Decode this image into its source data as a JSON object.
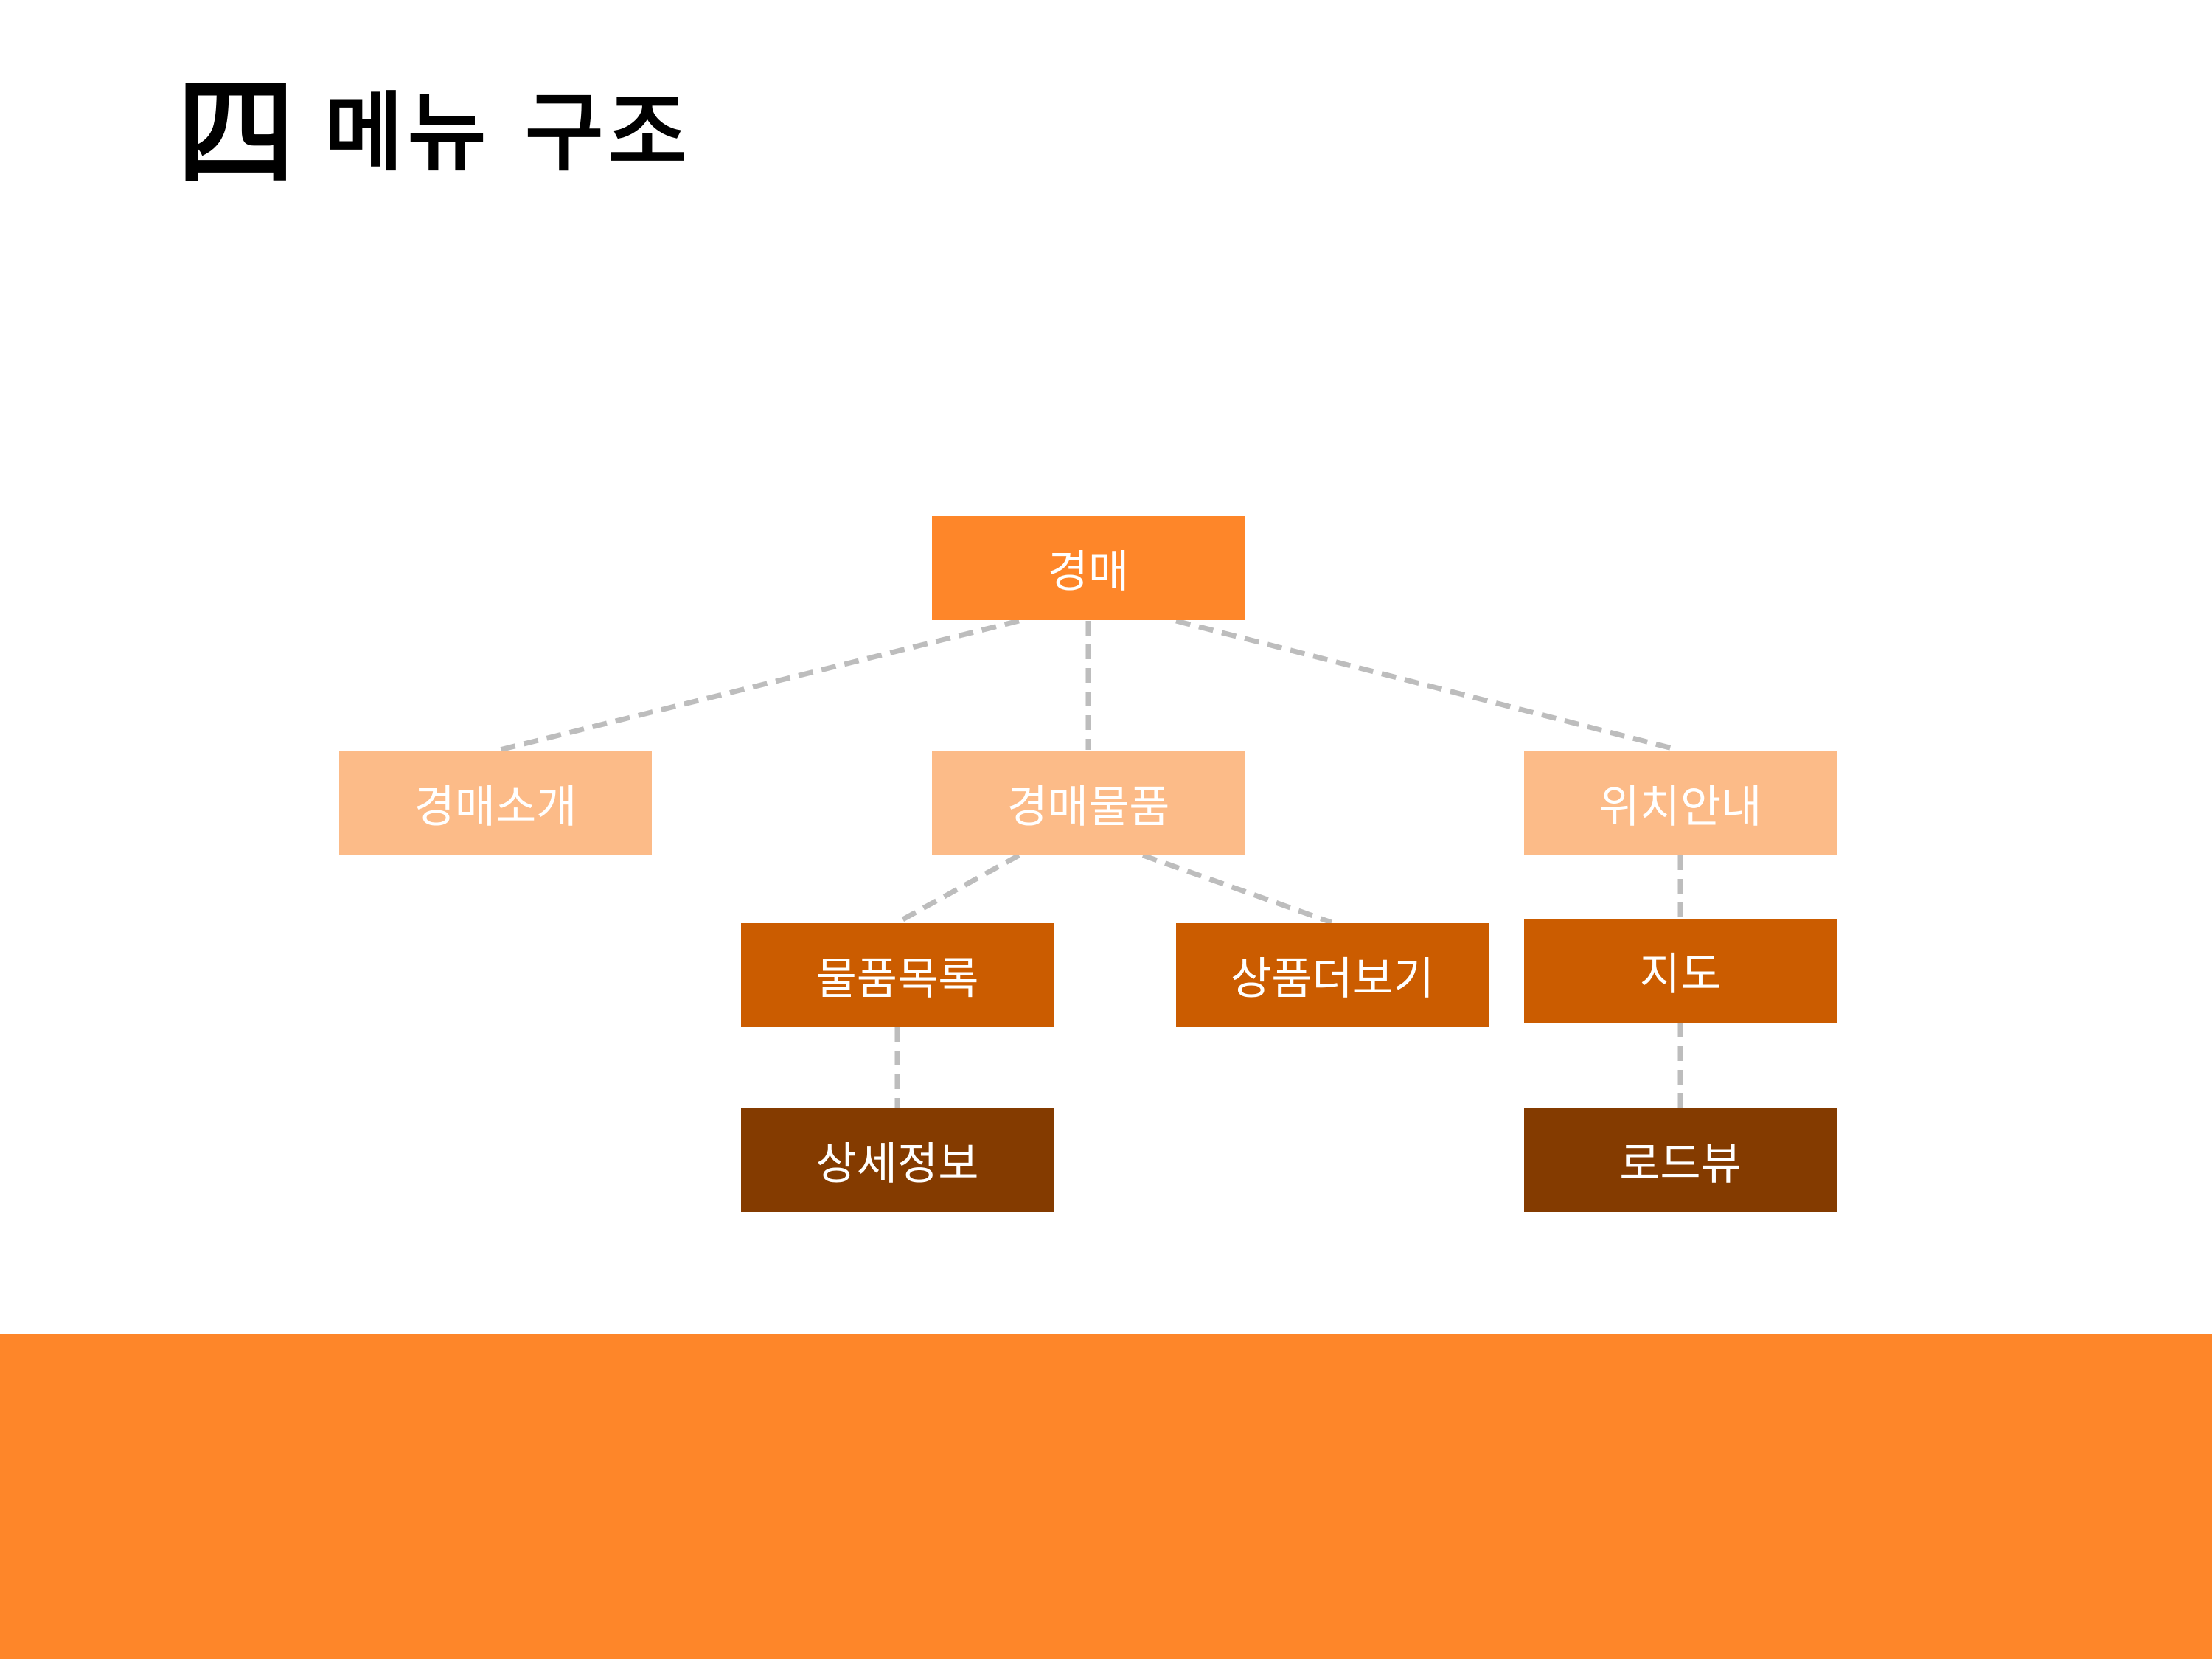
{
  "title": {
    "numeral": "四",
    "text": "메뉴 구조"
  },
  "colors": {
    "level0": "#fe8629",
    "level1": "#fcbb88",
    "level2": "#cb5c00",
    "level3": "#843b00",
    "connector": "#bdbdbd",
    "footer": "#fe8629"
  },
  "tree": {
    "root": {
      "label": "경매"
    },
    "intro": {
      "label": "경매소개"
    },
    "items": {
      "label": "경매물품"
    },
    "location": {
      "label": "위치안내"
    },
    "item_list": {
      "label": "물품목록"
    },
    "item_more": {
      "label": "상품더보기"
    },
    "map": {
      "label": "지도"
    },
    "detail": {
      "label": "상세정보"
    },
    "roadview": {
      "label": "로드뷰"
    }
  }
}
